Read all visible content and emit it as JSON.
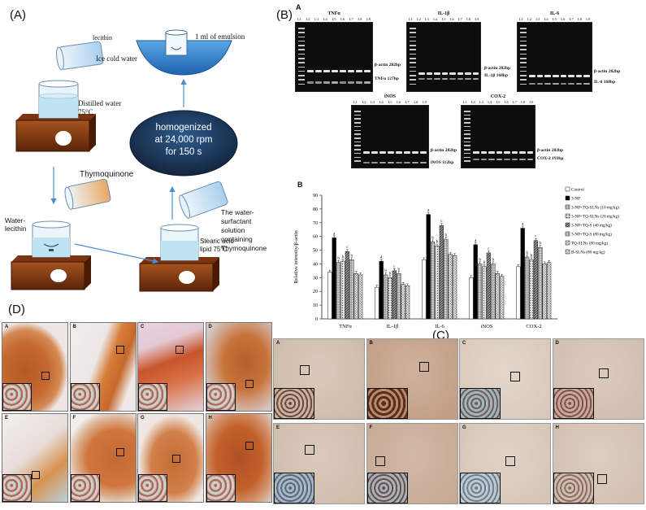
{
  "panelA": {
    "label": "(A)",
    "lecithin": "lecithin",
    "ice_cold_water": "Ice cold water",
    "emulsion": "1 ml of emulsion",
    "distilled_water": "Distilled water",
    "distilled_temp": "75°C",
    "homogenized_line1": "homogenized",
    "homogenized_line2": "at 24,000 rpm",
    "homogenized_line3": "for 150 s",
    "thymoquinone": "Thymoquinone",
    "water_lecithin_1": "Water-",
    "water_lecithin_2": "lecithin",
    "surfactant_1": "The water-",
    "surfactant_2": "surfactant",
    "surfactant_3": "solution",
    "surfactant_4": "containing",
    "surfactant_5": "Thymoquinone",
    "stearic_1": "Stearic acid",
    "stearic_2": "lipid 75°C"
  },
  "panelB": {
    "label": "(B)",
    "sub_A": "A",
    "sub_B": "B",
    "lanes": [
      "L1",
      "L2",
      "L3",
      "L4",
      "L5",
      "L6",
      "L7",
      "L8",
      "L9"
    ],
    "gels": [
      {
        "name": "TNFα",
        "band1": "β-actin 282bp",
        "band2": "TNFα 127bp"
      },
      {
        "name": "IL-1β",
        "band1": "β-actin 282bp",
        "band2": "IL-1β 168bp"
      },
      {
        "name": "IL-6",
        "band1": "β-actin 282bp",
        "band2": "IL-6 168bp"
      },
      {
        "name": "iNOS",
        "band1": "β-actin 282bp",
        "band2": "iNOS 112bp"
      },
      {
        "name": "COX-2",
        "band1": "β-actin 282bp",
        "band2": "COX-2 193bp"
      }
    ]
  },
  "chart_data": {
    "type": "bar",
    "categories": [
      "TNFα",
      "IL-1β",
      "IL-6",
      "iNOS",
      "COX-2"
    ],
    "ylabel": "Relative intensity/β-actin",
    "ylim": [
      0,
      90
    ],
    "yticks": [
      0,
      10,
      20,
      30,
      40,
      50,
      60,
      70,
      80,
      90
    ],
    "legend_position": "right",
    "series": [
      {
        "name": "Control",
        "color": "#ffffff",
        "pattern": "none",
        "values": [
          34,
          23,
          43,
          30,
          38
        ]
      },
      {
        "name": "3-NP",
        "color": "#000000",
        "pattern": "none",
        "values": [
          59,
          42,
          76,
          54,
          66
        ]
      },
      {
        "name": "3-NP+TQ-SLNs (10 mg/kg)",
        "color": "#9a9a9a",
        "pattern": "grid",
        "values": [
          41,
          32,
          56,
          40,
          45
        ]
      },
      {
        "name": "3-NP+TQ-SLNs (20 mg/kg)",
        "color": "#cfcfcf",
        "pattern": "dots",
        "values": [
          42,
          30,
          53,
          38,
          43
        ]
      },
      {
        "name": "3-NP+TQ-S (40 mg/kg)",
        "color": "#6a6a6a",
        "pattern": "diag",
        "values": [
          49,
          35,
          68,
          48,
          57
        ]
      },
      {
        "name": "3-NP+TQ-S (80 mg/kg)",
        "color": "#5a5a5a",
        "pattern": "grid",
        "values": [
          43,
          33,
          58,
          40,
          52
        ]
      },
      {
        "name": "TQ-SLNs (80 mg/kg)",
        "color": "#e8e8e8",
        "pattern": "check",
        "values": [
          33,
          25,
          47,
          33,
          40
        ]
      },
      {
        "name": "B-SLNs (80 mg/kg)",
        "color": "#d8d8d8",
        "pattern": "check",
        "values": [
          32,
          24,
          46,
          31,
          41
        ]
      }
    ],
    "annotations": [
      {
        "category": "TNFα",
        "series": "3-NP",
        "text": "a"
      },
      {
        "category": "TNFα",
        "series": "3-NP+TQ-SLNs (10 mg/kg)",
        "text": "b"
      },
      {
        "category": "TNFα",
        "series": "3-NP+TQ-SLNs (20 mg/kg)",
        "text": "b"
      },
      {
        "category": "TNFα",
        "series": "3-NP+TQ-S (40 mg/kg)",
        "text": "c"
      },
      {
        "category": "TNFα",
        "series": "3-NP+TQ-S (80 mg/kg)",
        "text": "b"
      },
      {
        "category": "IL-1β",
        "series": "3-NP",
        "text": "a"
      },
      {
        "category": "IL-1β",
        "series": "3-NP+TQ-SLNs (10 mg/kg)",
        "text": "b"
      },
      {
        "category": "IL-1β",
        "series": "3-NP+TQ-SLNs (20 mg/kg)",
        "text": "b"
      },
      {
        "category": "IL-1β",
        "series": "3-NP+TQ-S (40 mg/kg)",
        "text": "c"
      },
      {
        "category": "IL-1β",
        "series": "3-NP+TQ-S (80 mg/kg)",
        "text": "b"
      },
      {
        "category": "IL-6",
        "series": "3-NP",
        "text": "a"
      },
      {
        "category": "IL-6",
        "series": "3-NP+TQ-SLNs (10 mg/kg)",
        "text": "b"
      },
      {
        "category": "IL-6",
        "series": "3-NP+TQ-SLNs (20 mg/kg)",
        "text": "b"
      },
      {
        "category": "IL-6",
        "series": "3-NP+TQ-S (40 mg/kg)",
        "text": "c"
      },
      {
        "category": "IL-6",
        "series": "3-NP+TQ-S (80 mg/kg)",
        "text": "b"
      },
      {
        "category": "iNOS",
        "series": "3-NP",
        "text": "a"
      },
      {
        "category": "iNOS",
        "series": "3-NP+TQ-SLNs (10 mg/kg)",
        "text": "b"
      },
      {
        "category": "iNOS",
        "series": "3-NP+TQ-SLNs (20 mg/kg)",
        "text": "b"
      },
      {
        "category": "iNOS",
        "series": "3-NP+TQ-S (40 mg/kg)",
        "text": "c"
      },
      {
        "category": "iNOS",
        "series": "3-NP+TQ-S (80 mg/kg)",
        "text": "b"
      },
      {
        "category": "COX-2",
        "series": "3-NP",
        "text": "a"
      },
      {
        "category": "COX-2",
        "series": "3-NP+TQ-SLNs (10 mg/kg)",
        "text": "b"
      },
      {
        "category": "COX-2",
        "series": "3-NP+TQ-SLNs (20 mg/kg)",
        "text": "b"
      },
      {
        "category": "COX-2",
        "series": "3-NP+TQ-S (40 mg/kg)",
        "text": "c"
      },
      {
        "category": "COX-2",
        "series": "3-NP+TQ-S (80 mg/kg)",
        "text": "b"
      }
    ]
  },
  "panelD": {
    "label": "(D)",
    "tiles": [
      "A",
      "B",
      "C",
      "D",
      "E",
      "F",
      "G",
      "H"
    ]
  },
  "panelC": {
    "label": "(C)",
    "tiles": [
      "A",
      "B",
      "C",
      "D",
      "E",
      "F",
      "G",
      "H"
    ]
  },
  "colors": {
    "hotplate": "#8a3a12",
    "beaker_water": "#bfe3f3",
    "dish": "#3d8fd1",
    "ellipse": "#1f3d63",
    "arrow": "#4a8fd1"
  }
}
